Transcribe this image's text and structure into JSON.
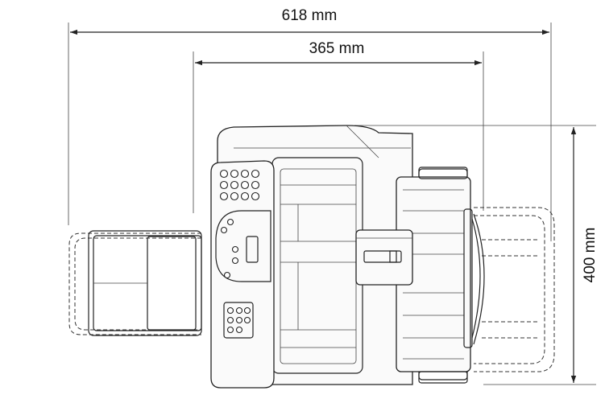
{
  "dimensions": {
    "overall_width_label": "618 mm",
    "body_width_label": "365 mm",
    "depth_label": "400 mm"
  },
  "colors": {
    "line": "#222222",
    "background": "#ffffff"
  }
}
